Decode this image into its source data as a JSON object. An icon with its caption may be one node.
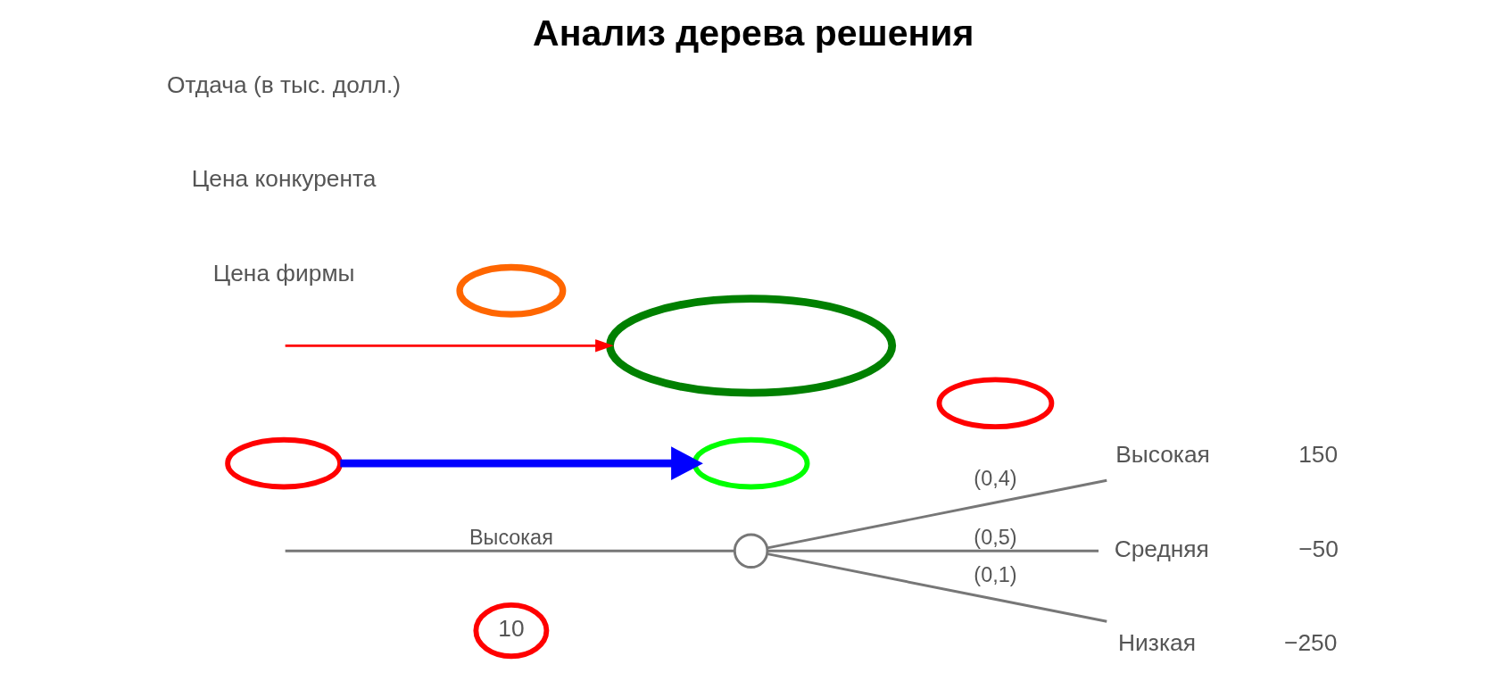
{
  "diagram": {
    "title": "Анализ дерева решения",
    "nodes": [
      {
        "text": [
          "10"
        ]
      },
      {
        "text": [],
        "shape": "circle"
      },
      {
        "text": [
          "Высокая"
        ],
        "beside": [
          "150"
        ]
      },
      {
        "text": [
          "Средняя"
        ],
        "beside": [
          "−50"
        ]
      },
      {
        "text": [
          "Низкая"
        ],
        "beside": [
          "−250"
        ]
      },
      {
        "text": [],
        "shape": "ellipse"
      },
      {
        "text": [],
        "shape": "ellipse"
      },
      {
        "text": [],
        "shape": "ellipse"
      },
      {
        "text": [],
        "shape": "ellipse"
      },
      {
        "text": [],
        "shape": "ellipse"
      }
    ],
    "edges": [
      {
        "from": null,
        "to": 1,
        "arrow": "none",
        "label": "Высокая"
      },
      {
        "from": 1,
        "to": 2,
        "arrow": "none",
        "label": "(0,4)"
      },
      {
        "from": 1,
        "to": 3,
        "arrow": "none",
        "label": "(0,5)"
      },
      {
        "from": 1,
        "to": 4,
        "arrow": "none",
        "label": "(0,1)"
      },
      {
        "from": 6,
        "to": 5,
        "arrow": "to",
        "style": "thick",
        "color": "#0000ff"
      },
      {
        "from": null,
        "to": 8,
        "arrow": "to",
        "color": "#ff0000"
      }
    ],
    "labels": [
      "Цена фирмы",
      "Цена конкурента",
      "Отдача (в тыс. долл.)"
    ]
  }
}
